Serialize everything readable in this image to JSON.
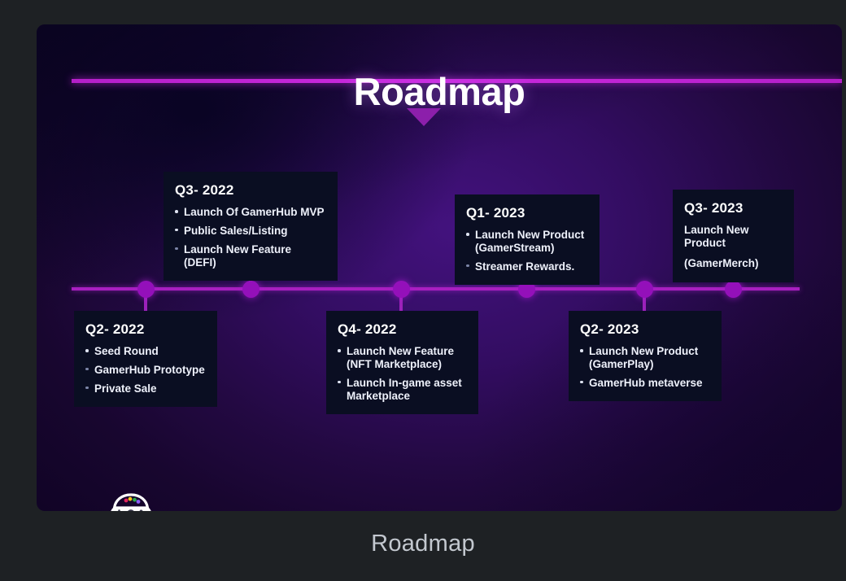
{
  "canvas": {
    "background": "#1e2124",
    "caption": "Roadmap"
  },
  "panel": {
    "title": "Roadmap",
    "accent_color": "#c026d3",
    "card_color": "#0a0e22",
    "dot_color": "#9410ba",
    "logo_name": "gamepad-logo"
  },
  "timeline": {
    "dots": [
      179,
      308,
      493,
      647,
      792,
      901
    ]
  },
  "milestones": [
    {
      "id": "q2-2022",
      "title": "Q2- 2022",
      "position": "bottom",
      "bullets": true,
      "items": [
        {
          "text": "Seed Round",
          "dim": false
        },
        {
          "text": "GamerHub Prototype",
          "dim": true
        },
        {
          "text": "Private Sale",
          "dim": true
        }
      ]
    },
    {
      "id": "q3-2022",
      "title": "Q3- 2022",
      "position": "top",
      "bullets": true,
      "items": [
        {
          "text": "Launch Of GamerHub MVP",
          "dim": false
        },
        {
          "text": "Public Sales/Listing",
          "dim": false
        },
        {
          "text": "Launch New Feature (DEFI)",
          "dim": true
        }
      ]
    },
    {
      "id": "q4-2022",
      "title": "Q4- 2022",
      "position": "bottom",
      "bullets": true,
      "items": [
        {
          "text": "Launch New Feature (NFT Marketplace)",
          "dim": false
        },
        {
          "text": "Launch In-game asset Marketplace",
          "dim": false
        }
      ]
    },
    {
      "id": "q1-2023",
      "title": "Q1- 2023",
      "position": "top",
      "bullets": true,
      "items": [
        {
          "text": "Launch New Product (GamerStream)",
          "dim": false
        },
        {
          "text": "Streamer Rewards.",
          "dim": true
        }
      ]
    },
    {
      "id": "q2-2023",
      "title": "Q2- 2023",
      "position": "bottom",
      "bullets": true,
      "items": [
        {
          "text": "Launch New Product (GamerPlay)",
          "dim": false
        },
        {
          "text": "GamerHub metaverse",
          "dim": false
        }
      ]
    },
    {
      "id": "q3-2023",
      "title": "Q3- 2023",
      "position": "top",
      "bullets": false,
      "items": [
        {
          "text": "Launch New Product",
          "dim": false
        },
        {
          "text": "(GamerMerch)",
          "dim": false
        }
      ]
    }
  ]
}
